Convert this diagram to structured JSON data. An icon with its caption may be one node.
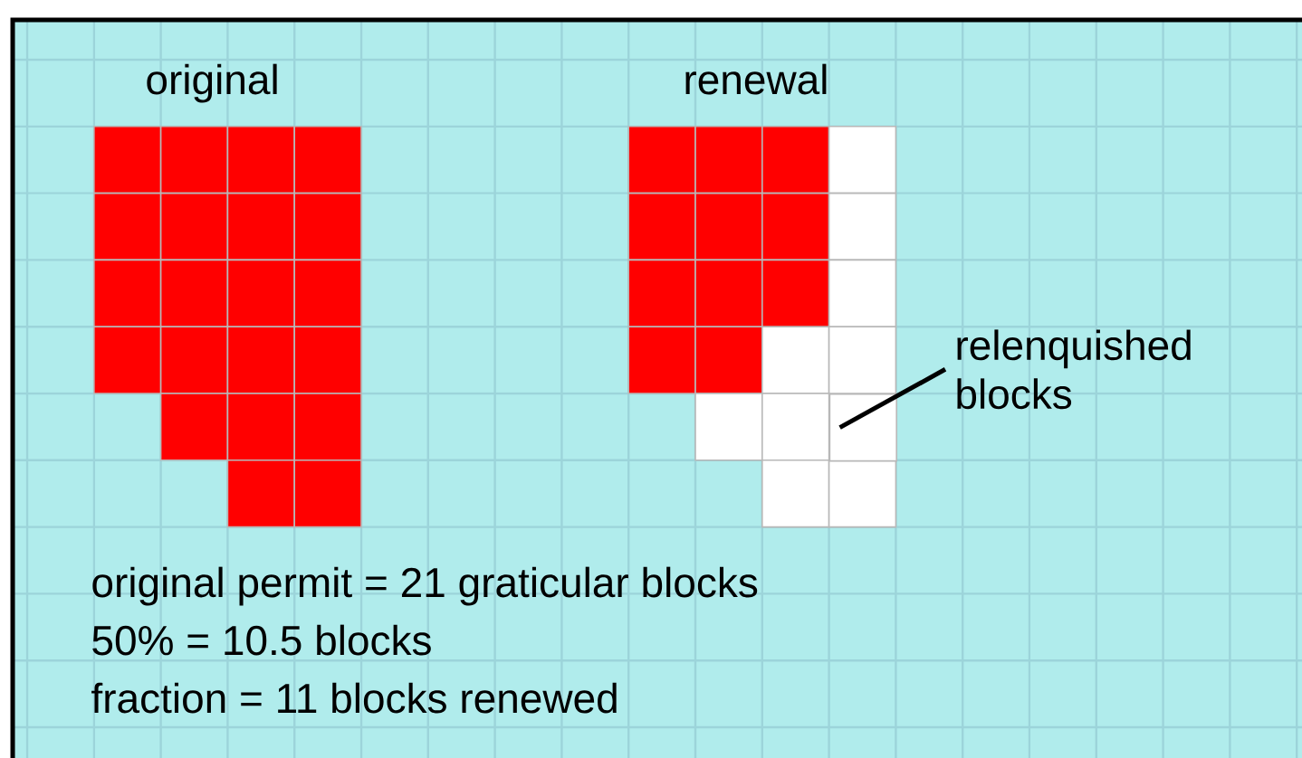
{
  "diagram": {
    "nodes": [
      {
        "text": [
          "relenquished blocks"
        ]
      },
      {
        "text": [],
        "shape": "box"
      }
    ],
    "edges": [
      {
        "from": 0,
        "to": 1,
        "arrow": "none"
      }
    ],
    "labels": [
      "original",
      "renewal",
      "original permit = 21 graticular blocks",
      "50% = 10.5 blocks",
      "fraction = 11 blocks renewed"
    ]
  }
}
